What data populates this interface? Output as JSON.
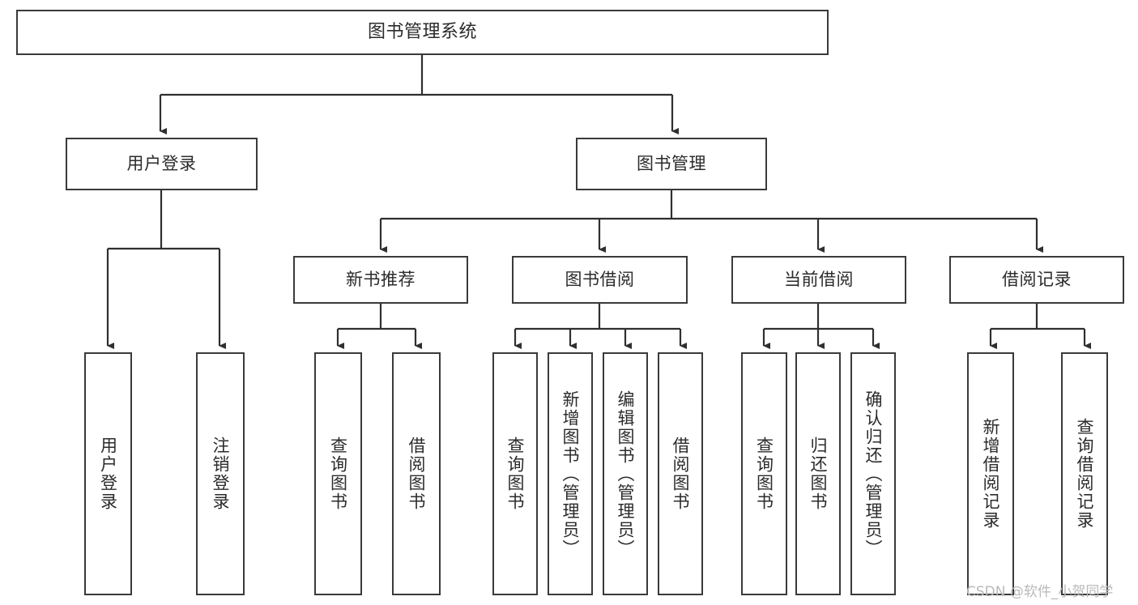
{
  "diagram": {
    "title": "图书管理系统",
    "type": "tree-hierarchy-chart",
    "colors": {
      "stroke": "#3a3a3a",
      "fill": "#ffffff",
      "text": "#2b2b2b",
      "watermark": "#b9b9b9"
    },
    "nodes": {
      "root": {
        "label": "图书管理系统"
      },
      "level2": [
        {
          "label": "用户登录"
        },
        {
          "label": "图书管理"
        }
      ],
      "level3": [
        {
          "label": "新书推荐"
        },
        {
          "label": "图书借阅"
        },
        {
          "label": "当前借阅"
        },
        {
          "label": "借阅记录"
        }
      ],
      "leaves": {
        "user_login": [
          {
            "label": "用户登录"
          },
          {
            "label": "注销登录"
          }
        ],
        "new_book_recommend": [
          {
            "label": "查询图书"
          },
          {
            "label": "借阅图书"
          }
        ],
        "book_borrow": [
          {
            "label": "查询图书"
          },
          {
            "label": "新增图书（管理员）"
          },
          {
            "label": "编辑图书（管理员）"
          },
          {
            "label": "借阅图书"
          }
        ],
        "current_borrow": [
          {
            "label": "查询图书"
          },
          {
            "label": "归还图书"
          },
          {
            "label": "确认归还（管理员）"
          }
        ],
        "borrow_record": [
          {
            "label": "新增借阅记录"
          },
          {
            "label": "查询借阅记录"
          }
        ]
      }
    },
    "watermark": "CSDN @软件_小贺同学"
  }
}
